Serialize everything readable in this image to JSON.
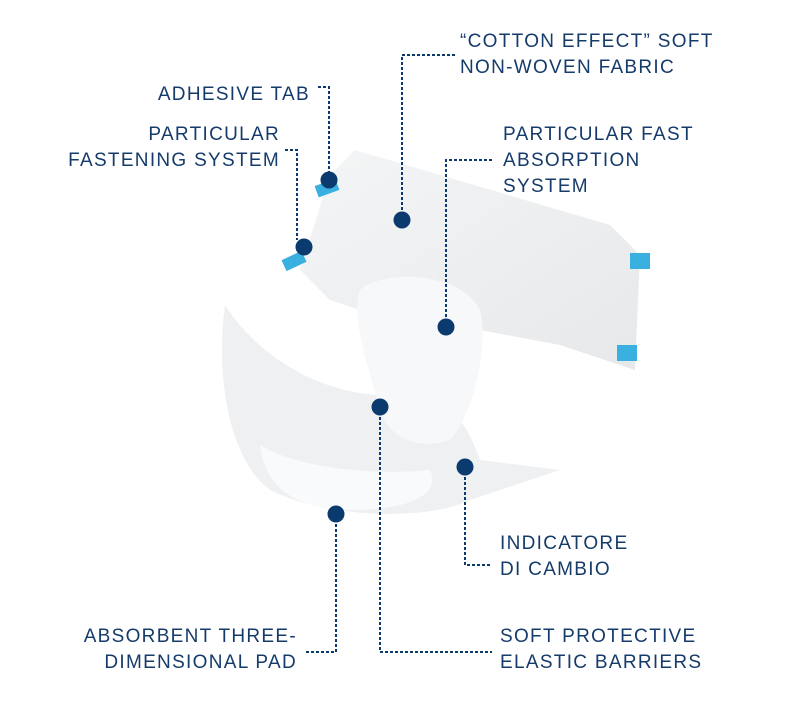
{
  "colors": {
    "accent": "#0b3a6e",
    "tab": "#3ab0e0"
  },
  "labels": {
    "adhesive_tab": "ADHESIVE TAB",
    "fastening_1": "PARTICULAR",
    "fastening_2": "FASTENING SYSTEM",
    "cotton_1": "“COTTON EFFECT” SOFT",
    "cotton_2": "NON-WOVEN FABRIC",
    "absorption_1": "PARTICULAR FAST",
    "absorption_2": "ABSORPTION",
    "absorption_3": "SYSTEM",
    "indicator_1": "INDICATORE",
    "indicator_2": "DI CAMBIO",
    "pad_1": "ABSORBENT THREE-",
    "pad_2": "DIMENSIONAL PAD",
    "barriers_1": "SOFT PROTECTIVE",
    "barriers_2": "ELASTIC BARRIERS"
  }
}
